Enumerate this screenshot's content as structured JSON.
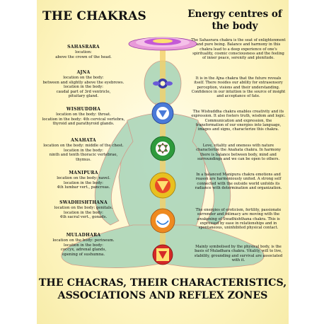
{
  "title": "THE CHAKRAS",
  "subtitle_lines": [
    "Energy centres of",
    "the body"
  ],
  "chakras": [
    {
      "name": "SAHASRARA",
      "lines": [
        "location:",
        "above the crown of the head."
      ],
      "color": "#c45ad6"
    },
    {
      "name": "AJNA",
      "lines": [
        "location on the body:",
        "between and slightly above the eyebrows.",
        "location in the body:",
        "caudal part of 3rd ventricle,",
        "pituitary gland."
      ],
      "color": "#3a3aa8"
    },
    {
      "name": "WISHUDDHA",
      "lines": [
        "location on the body: throat.",
        "location in the body: 4th cervical vertebra,",
        "thyroid and parathyroid glands."
      ],
      "color": "#4a7ad8"
    },
    {
      "name": "ANAHATA",
      "lines": [
        "location on the body: middle of the chest.",
        "location in the body:",
        "ninth and tenth thoracic vertebrae,",
        "thymus."
      ],
      "color": "#2e9a3c"
    },
    {
      "name": "MANIPURA",
      "lines": [
        "location on the body: navel.",
        "location in the body:",
        "4th lumbar vert., pancreas."
      ],
      "color": "#e8c020"
    },
    {
      "name": "SWADHISHTHANA",
      "lines": [
        "location on the body: genitals.",
        "location in the body:",
        "4th sacral vert., gonads."
      ],
      "color": "#ee8a20"
    },
    {
      "name": "MULADHARA",
      "lines": [
        "location on the body: perineum.",
        "location in the body:",
        "coccyx, adrenal glands,",
        "opening of sushumna."
      ],
      "color": "#d42828"
    }
  ],
  "descriptions": [
    "The Sahasrara chakra is the seat of enlightenment and pure being. Balance and harmony in this chakra lead to a deep experience of one's spirituality, cosmic consciousness and the feeling of inner peace, serenity and plenitude.",
    "It is in the Ajna chakra that the future reveals itself. There resides our ability for extrasensory perception, visions and their understanding. Confidence in our intuition is the source of insight and acceptance of fate.",
    "The Wishuddha chakra enables creativity and its expression. It also fosters truth, wisdom and logic. Communication and expression, the transformation of our energies into language, images and signs, characterize this chakra.",
    "Love, vitality and oneness with nature characterize the Anahata chakra. In harmony there is balance between body, mind and surroundings and we can be open to others.",
    "In a balanced Manipura chakra emotions and reason are harmoniously united. A strong self connected with the outside world unfolds its radiance with determination and organization.",
    "The energies of eroticism, fertility, passionate surrender and intimacy are moving with the awakening of Swadhishthana chakra. This is expressed by ease in relationships and in spontaneous, uninhibited physical contact.",
    "Mainly symbolised by the physical body, is the basis of Muladhara chakra. Vitality, will to live, stability, grounding and survival are associated with it."
  ],
  "footer_lines": [
    "THE CHACRAS, THEIR CHARACTERISTICS,",
    "ASSOCIATIONS AND REFLEX ZONES"
  ],
  "colors": {
    "background": "#fff6c4",
    "figure": "#a8d4b8",
    "channel": "#f2cf6a"
  }
}
